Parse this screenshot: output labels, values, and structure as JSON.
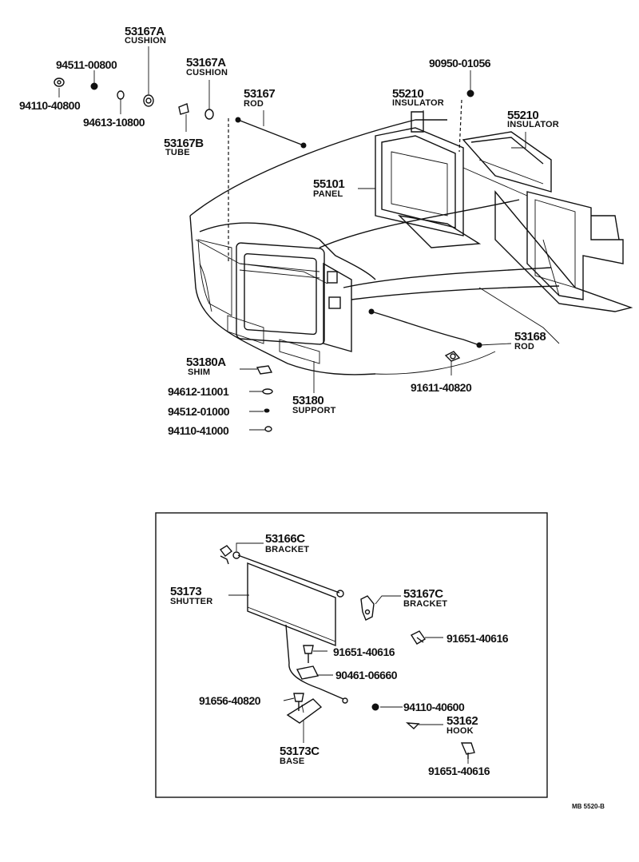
{
  "diagram_code": "MB  5520-B",
  "callouts": {
    "c53167A_1": {
      "part": "53167A",
      "name": "CUSHION"
    },
    "c94511": {
      "part": "94511-00800"
    },
    "c94110_408": {
      "part": "94110-40800"
    },
    "c94613": {
      "part": "94613-10800"
    },
    "c53167A_2": {
      "part": "53167A",
      "name": "CUSHION"
    },
    "c53167B": {
      "part": "53167B",
      "name": "TUBE"
    },
    "c53167": {
      "part": "53167",
      "name": "ROD"
    },
    "c90950": {
      "part": "90950-01056"
    },
    "c55210_1": {
      "part": "55210",
      "name": "INSULATOR"
    },
    "c55210_2": {
      "part": "55210",
      "name": "INSULATOR"
    },
    "c55101": {
      "part": "55101",
      "name": "PANEL"
    },
    "c53168": {
      "part": "53168",
      "name": "ROD"
    },
    "c91611": {
      "part": "91611-40820"
    },
    "c53180A": {
      "part": "53180A",
      "name": "SHIM"
    },
    "c94612": {
      "part": "94612-11001"
    },
    "c94512": {
      "part": "94512-01000"
    },
    "c94110_410": {
      "part": "94110-41000"
    },
    "c53180": {
      "part": "53180",
      "name": "SUPPORT"
    }
  },
  "inset": {
    "c53166C": {
      "part": "53166C",
      "name": "BRACKET"
    },
    "c53173": {
      "part": "53173",
      "name": "SHUTTER"
    },
    "c53167C": {
      "part": "53167C",
      "name": "BRACKET"
    },
    "c91651_a": {
      "part": "91651-40616"
    },
    "c91651_b": {
      "part": "91651-40616"
    },
    "c90461": {
      "part": "90461-06660"
    },
    "c91656": {
      "part": "91656-40820"
    },
    "c94110_406": {
      "part": "94110-40600"
    },
    "c53162": {
      "part": "53162",
      "name": "HOOK"
    },
    "c53173C": {
      "part": "53173C",
      "name": "BASE"
    },
    "c91651_c": {
      "part": "91651-40616"
    }
  }
}
